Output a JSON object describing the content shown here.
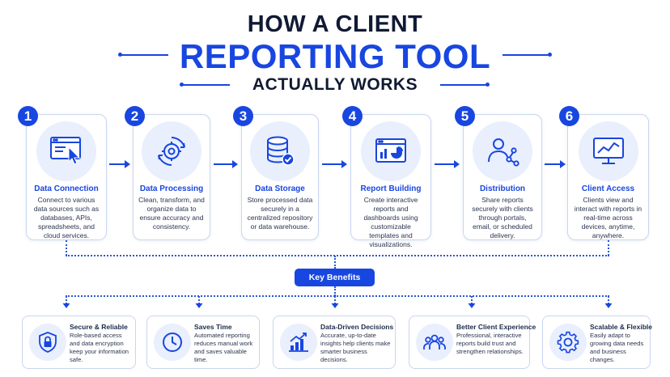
{
  "title": {
    "line1": "HOW A CLIENT",
    "line2": "REPORTING TOOL",
    "line3": "ACTUALLY WORKS"
  },
  "colors": {
    "accent": "#1846e0",
    "dark": "#111a33",
    "icon_bg": "#e9effc",
    "border": "#c9d5ef"
  },
  "steps": [
    {
      "number": "1",
      "icon": "browser-cursor-icon",
      "title": "Data Connection",
      "description": "Connect to various data sources such as databases, APIs, spreadsheets, and cloud services."
    },
    {
      "number": "2",
      "icon": "gear-cycle-icon",
      "title": "Data Processing",
      "description": "Clean, transform, and organize data to ensure accuracy and consistency."
    },
    {
      "number": "3",
      "icon": "database-check-icon",
      "title": "Data Storage",
      "description": "Store processed data securely in a centralized repository or data warehouse."
    },
    {
      "number": "4",
      "icon": "dashboard-chart-icon",
      "title": "Report Building",
      "description": "Create interactive reports and dashboards using customizable templates and visualizations."
    },
    {
      "number": "5",
      "icon": "user-share-icon",
      "title": "Distribution",
      "description": "Share reports securely with clients through portals, email, or scheduled delivery."
    },
    {
      "number": "6",
      "icon": "monitor-trend-icon",
      "title": "Client Access",
      "description": "Clients view and interact with reports in real-time across devices, anytime, anywhere."
    }
  ],
  "key_benefits_label": "Key Benefits",
  "benefits": [
    {
      "icon": "shield-lock-icon",
      "title": "Secure & Reliable",
      "description": "Role-based access and data encryption keep your information safe."
    },
    {
      "icon": "clock-icon",
      "title": "Saves Time",
      "description": "Automated reporting reduces manual work and saves valuable time."
    },
    {
      "icon": "bar-growth-icon",
      "title": "Data-Driven Decisions",
      "description": "Accurate, up-to-date insights help clients make smarter business decisions."
    },
    {
      "icon": "group-icon",
      "title": "Better Client Experience",
      "description": "Professional, interactive reports build trust and strengthen relationships."
    },
    {
      "icon": "gear-icon",
      "title": "Scalable & Flexible",
      "description": "Easily adapt to growing data needs and business changes."
    }
  ]
}
